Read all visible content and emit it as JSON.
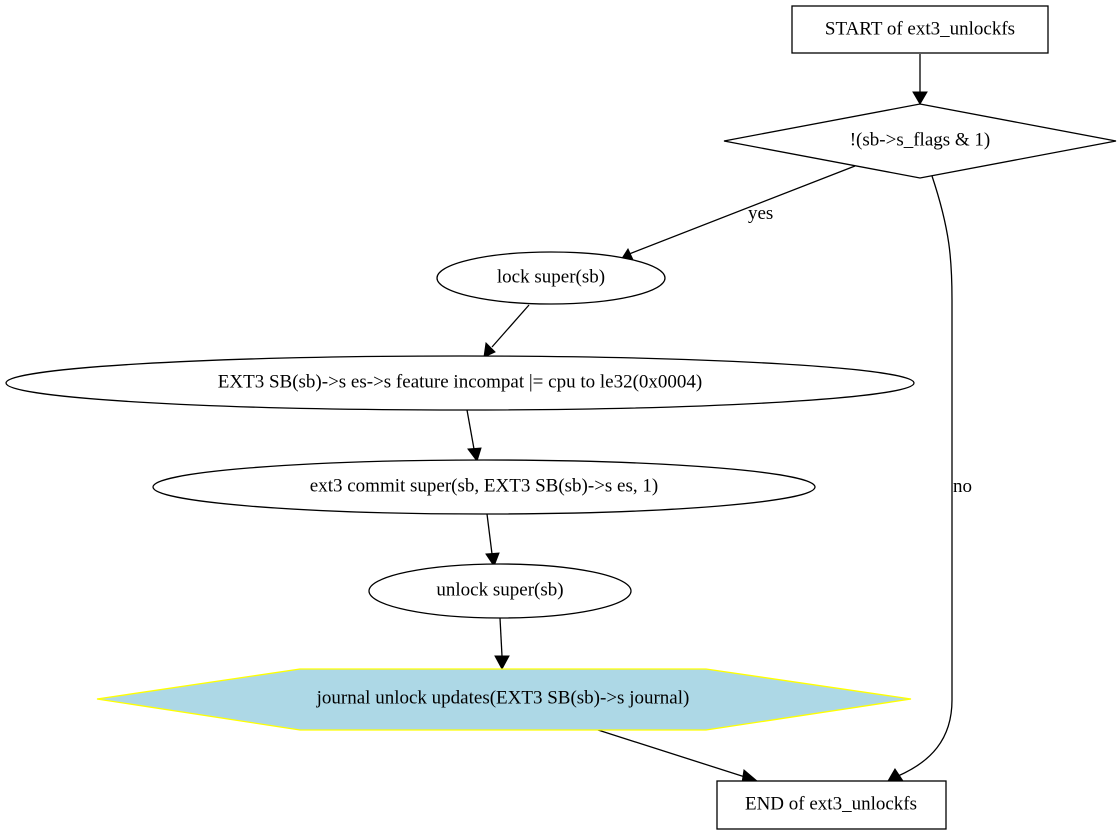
{
  "diagram": {
    "nodes": {
      "start": "START of ext3_unlockfs",
      "cond": "!(sb->s_flags & 1)",
      "lock": "lock  super(sb)",
      "feature": "EXT3  SB(sb)->s  es->s  feature  incompat |= cpu  to  le32(0x0004)",
      "commit": "ext3  commit  super(sb, EXT3  SB(sb)->s  es, 1)",
      "unlock": "unlock  super(sb)",
      "journal": "journal  unlock  updates(EXT3  SB(sb)->s  journal)",
      "end": "END of ext3_unlockfs"
    },
    "edges": {
      "yes": "yes",
      "no": "no"
    },
    "colors": {
      "journal_fill": "#add8e6",
      "journal_stroke": "#ffff00"
    }
  }
}
